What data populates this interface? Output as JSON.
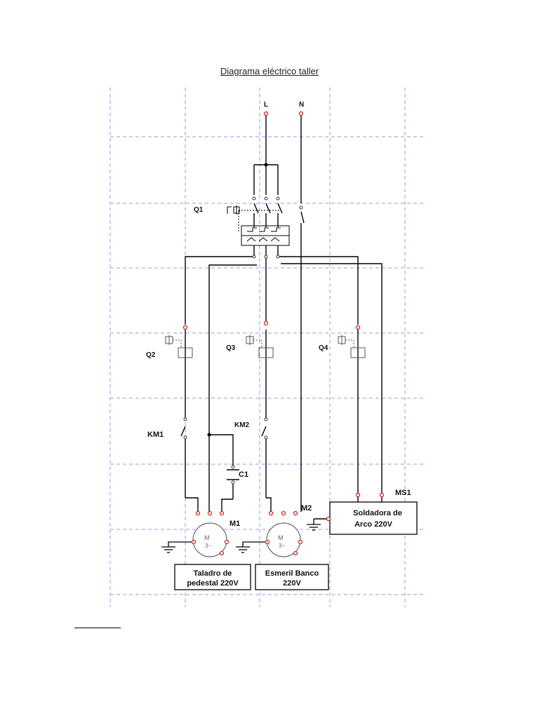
{
  "title": "Diagrama eléctrico taller",
  "terminals": {
    "line": "L",
    "neutral": "N"
  },
  "labels": {
    "q1": "Q1",
    "q2": "Q2",
    "q3": "Q3",
    "q4": "Q4",
    "km1": "KM1",
    "km2": "KM2",
    "c1": "C1",
    "m1": "M1",
    "m2": "M2",
    "ms1": "MS1"
  },
  "loads": {
    "taladro": [
      "Taladro de",
      "pedestal 220V"
    ],
    "esmeril": [
      "Esmeril Banco",
      "220V"
    ],
    "soldadora": [
      "Soldadora de",
      "Arco 220V"
    ]
  },
  "colors": {
    "wire": "#000000",
    "grid": "#9a9ae0",
    "terminal": "#d01818",
    "component": "#555555"
  },
  "icons": [
    "motor-icon",
    "ground-icon",
    "breaker-icon",
    "contactor-icon",
    "capacitor-icon"
  ]
}
